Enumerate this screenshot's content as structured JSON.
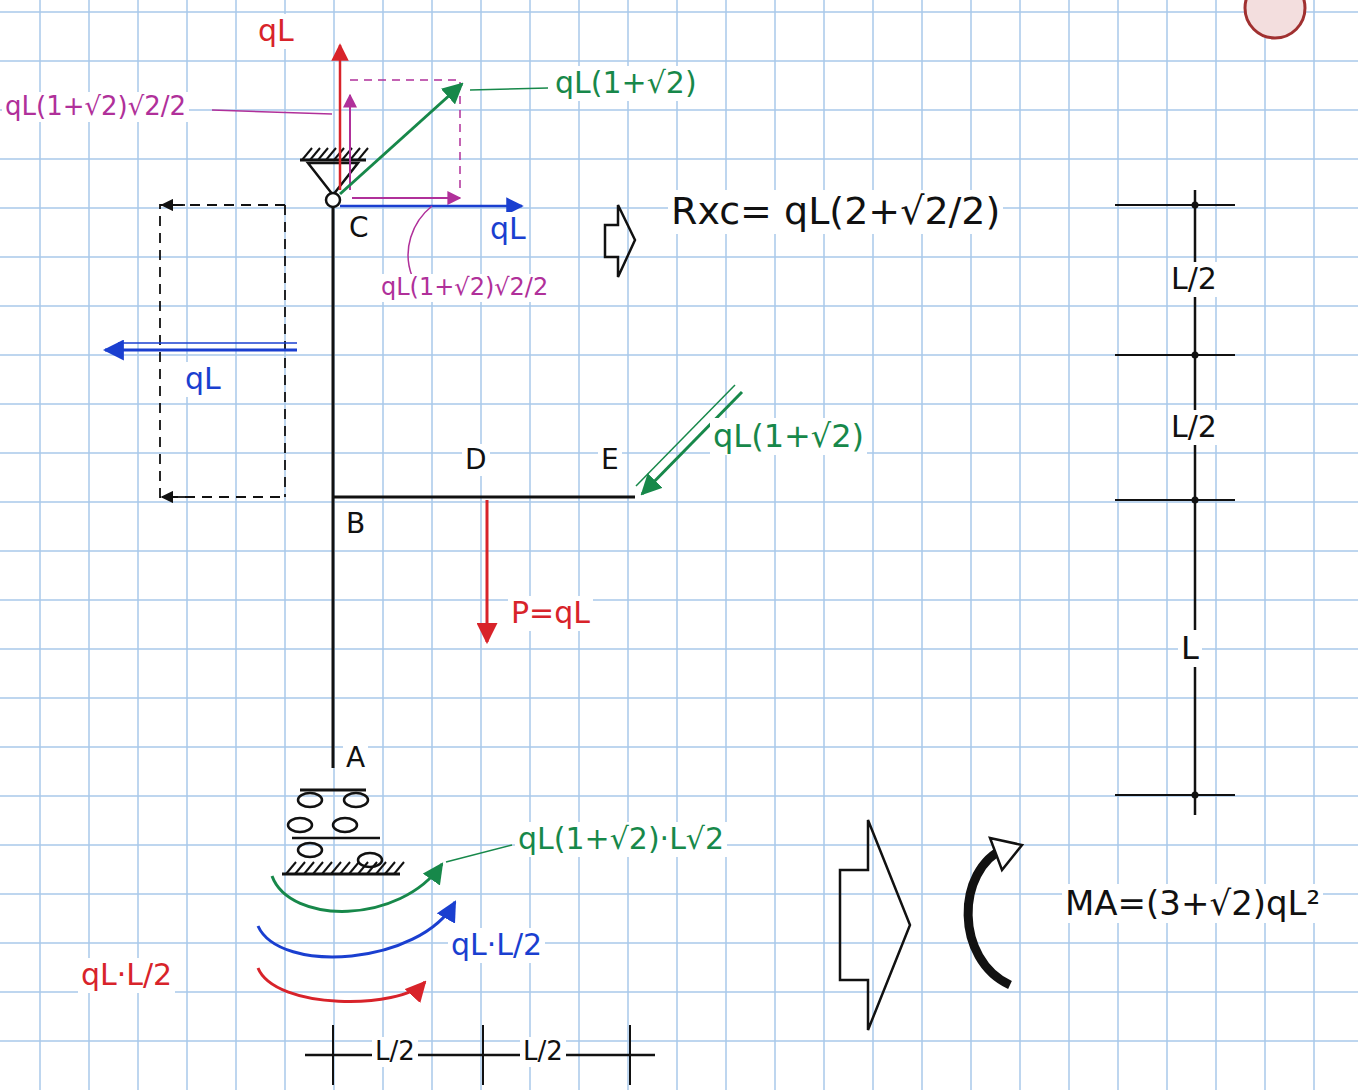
{
  "diagram": {
    "labels": [
      "qL",
      "qL(1+√2)√2/2",
      "qL(1+√2)",
      "C",
      "qL",
      "Rxc= qL(2+√2/2)",
      "qL(1+√2)√2/2",
      "qL",
      "D",
      "E",
      "B",
      "qL(1+√2)",
      "P=qL",
      "A",
      "qL(1+√2)·L√2",
      "qL·L/2",
      "qL·L/2",
      "MA=(3+√2)qL²",
      "L/2",
      "L/2",
      "L",
      "L/2",
      "L/2"
    ]
  }
}
